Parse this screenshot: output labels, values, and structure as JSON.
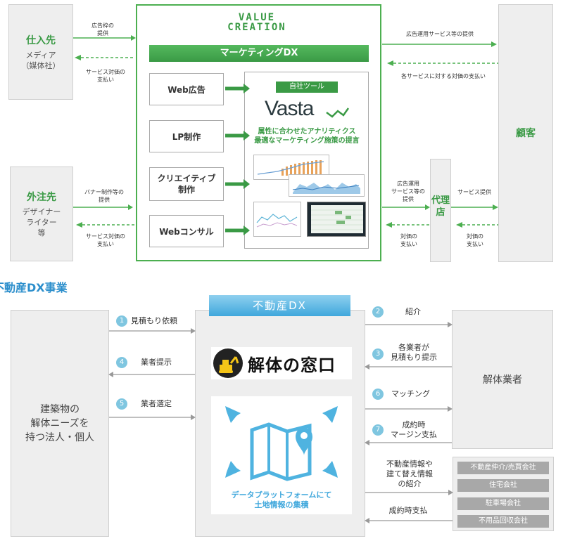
{
  "top": {
    "logo_line1": "VALUE",
    "logo_line2": "CREATION",
    "banner": "マーケティングDX",
    "services": [
      "Web広告",
      "LP制作",
      "クリエイティブ\n制作",
      "Webコンサル"
    ],
    "tool_badge": "自社ツール",
    "vasta_logo": "Vasta",
    "tool_desc_line1": "属性に合わせたアナリティクス",
    "tool_desc_line2": "最適なマーケティング施策の提言",
    "supplier_title": "仕入先",
    "supplier_sub": "メディア\n（媒体社）",
    "outsource_title": "外注先",
    "outsource_sub": "デザイナー\nライター\n等",
    "customer": "顧客",
    "agency": "代理\n店",
    "arrows": {
      "ad_slot": "広告枠の\n提供",
      "service_payment_1": "サービス対価の\n支払い",
      "banner_production": "バナー制作等の\n提供",
      "service_payment_2": "サービス対価の\n支払い",
      "ad_ops_service": "広告運用サービス等の提供",
      "payment_for_services": "各サービスに対する対価の支払い",
      "ad_ops_service_2": "広告運用\nサービス等の\n提供",
      "payment_agency": "対価の\n支払い",
      "service_provision": "サービス提供",
      "payment_customer": "対価の\n支払い"
    }
  },
  "section_title": "不動産DX事業",
  "bottom": {
    "banner": "不動産DX",
    "left_box": "建築物の\n解体ニーズを\n持つ法人・個人",
    "right_box": "解体業者",
    "kaitai_logo": "解体の窓口",
    "platform_line1": "データプラットフォームにて",
    "platform_line2": "土地情報の集積",
    "steps": [
      {
        "n": "1",
        "label": "見積もり依頼"
      },
      {
        "n": "4",
        "label": "業者提示"
      },
      {
        "n": "5",
        "label": "業者選定"
      },
      {
        "n": "2",
        "label": "紹介"
      },
      {
        "n": "3",
        "label": "各業者が\n見積もり提示"
      },
      {
        "n": "6",
        "label": "マッチング"
      },
      {
        "n": "7",
        "label": "成約時\nマージン支払"
      }
    ],
    "info_label": "不動産情報や\n建て替え情報\nの紹介",
    "commission_label": "成約時支払",
    "companies": [
      "不動産仲介/売買会社",
      "住宅会社",
      "駐車場会社",
      "不用品回収会社"
    ]
  }
}
